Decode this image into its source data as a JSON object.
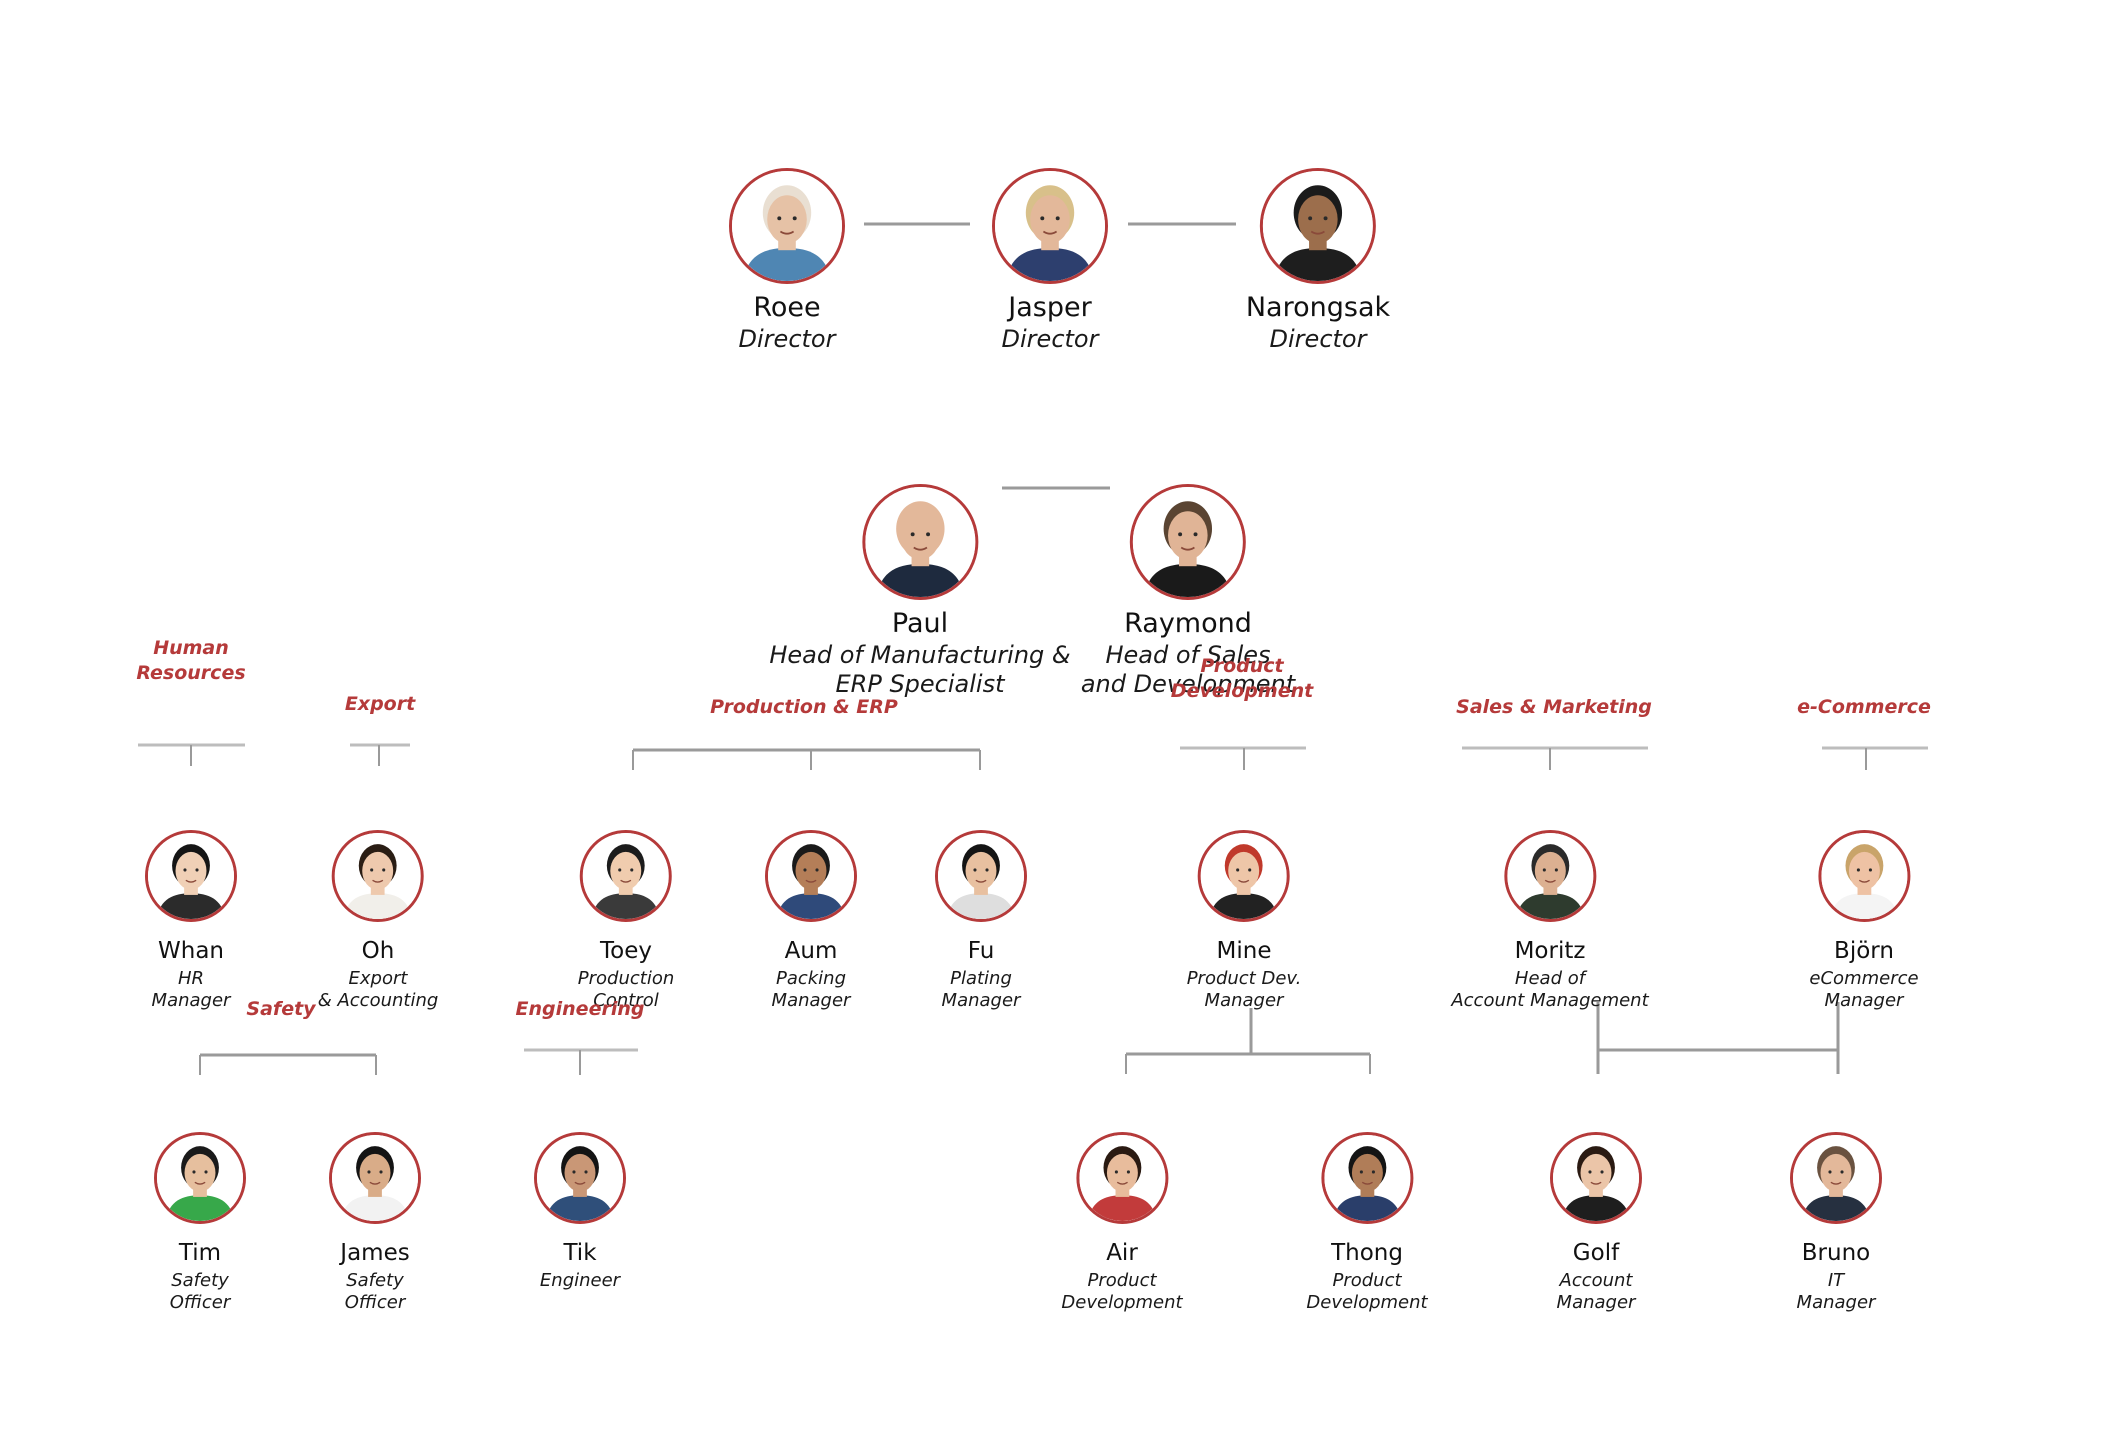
{
  "chart_data": {
    "type": "org-chart",
    "nodes": [
      {
        "id": "roee",
        "name": "Roee",
        "role": "Director",
        "tier": "director",
        "avatar": {
          "skin": "#e6c2a6",
          "hair": "#e9dfd2",
          "shirt": "#4f86b3"
        }
      },
      {
        "id": "jasper",
        "name": "Jasper",
        "role": "Director",
        "tier": "director",
        "avatar": {
          "skin": "#e3b89a",
          "hair": "#d8c08a",
          "shirt": "#2d3f6e"
        }
      },
      {
        "id": "narongsak",
        "name": "Narongsak",
        "role": "Director",
        "tier": "director",
        "avatar": {
          "skin": "#9c6e4c",
          "hair": "#1b1b1b",
          "shirt": "#1e1e1e"
        }
      },
      {
        "id": "paul",
        "name": "Paul",
        "role": "Head of Manufacturing &\nERP Specialist",
        "tier": "head",
        "avatar": {
          "skin": "#e3b89a",
          "hair": "#e3b89a",
          "shirt": "#1e2a3e"
        }
      },
      {
        "id": "raymond",
        "name": "Raymond",
        "role": "Head of Sales\nand Development",
        "tier": "head",
        "avatar": {
          "skin": "#e0b496",
          "hair": "#5a4432",
          "shirt": "#1a1a1a"
        }
      },
      {
        "id": "whan",
        "name": "Whan",
        "role": "HR\nManager",
        "tier": "manager",
        "avatar": {
          "skin": "#f0d0b6",
          "hair": "#151515",
          "shirt": "#2b2b2b"
        }
      },
      {
        "id": "oh",
        "name": "Oh",
        "role": "Export\n& Accounting",
        "tier": "manager",
        "avatar": {
          "skin": "#eec9ad",
          "hair": "#2a1d14",
          "shirt": "#f1efea"
        }
      },
      {
        "id": "toey",
        "name": "Toey",
        "role": "Production\nControl",
        "tier": "manager",
        "avatar": {
          "skin": "#f0ccae",
          "hair": "#1c1c1c",
          "shirt": "#3a3a3a"
        }
      },
      {
        "id": "aum",
        "name": "Aum",
        "role": "Packing\nManager",
        "tier": "manager",
        "avatar": {
          "skin": "#b47e58",
          "hair": "#1a1a1a",
          "shirt": "#2f4a7a"
        }
      },
      {
        "id": "fu",
        "name": "Fu",
        "role": "Plating\nManager",
        "tier": "manager",
        "avatar": {
          "skin": "#e8c0a0",
          "hair": "#141414",
          "shirt": "#dedede"
        }
      },
      {
        "id": "mine",
        "name": "Mine",
        "role": "Product Dev.\nManager",
        "tier": "manager",
        "avatar": {
          "skin": "#eec6a8",
          "hair": "#c0392b",
          "shirt": "#222222"
        }
      },
      {
        "id": "moritz",
        "name": "Moritz",
        "role": "Head of\nAccount Management",
        "tier": "manager",
        "avatar": {
          "skin": "#dcb091",
          "hair": "#2a2a2a",
          "shirt": "#2e3b2e"
        }
      },
      {
        "id": "bjorn",
        "name": "Björn",
        "role": "eCommerce\nManager",
        "tier": "manager",
        "avatar": {
          "skin": "#eec2a4",
          "hair": "#c9a46a",
          "shirt": "#f4f4f4"
        }
      },
      {
        "id": "tim",
        "name": "Tim",
        "role": "Safety\nOfficer",
        "tier": "staff",
        "avatar": {
          "skin": "#e6bf9e",
          "hair": "#1a1a1a",
          "shirt": "#37a84a"
        }
      },
      {
        "id": "james",
        "name": "James",
        "role": "Safety\nOfficer",
        "tier": "staff",
        "avatar": {
          "skin": "#d9ac88",
          "hair": "#141414",
          "shirt": "#f2f2f2"
        }
      },
      {
        "id": "tik",
        "name": "Tik",
        "role": "Engineer",
        "tier": "staff",
        "avatar": {
          "skin": "#c99776",
          "hair": "#141414",
          "shirt": "#2f4f7a"
        }
      },
      {
        "id": "air",
        "name": "Air",
        "role": "Product\nDevelopment",
        "tier": "staff",
        "avatar": {
          "skin": "#e8bc9c",
          "hair": "#2a1a12",
          "shirt": "#c23b3b"
        }
      },
      {
        "id": "thong",
        "name": "Thong",
        "role": "Product\nDevelopment",
        "tier": "staff",
        "avatar": {
          "skin": "#b07d58",
          "hair": "#141414",
          "shirt": "#2a3e6a"
        }
      },
      {
        "id": "golf",
        "name": "Golf",
        "role": "Account\nManager",
        "tier": "staff",
        "avatar": {
          "skin": "#ebc5a8",
          "hair": "#2a1a12",
          "shirt": "#1e1e1e"
        }
      },
      {
        "id": "bruno",
        "name": "Bruno",
        "role": "IT\nManager",
        "tier": "staff",
        "avatar": {
          "skin": "#e3b89a",
          "hair": "#6a5240",
          "shirt": "#263040"
        }
      }
    ],
    "departments": [
      {
        "id": "hr",
        "label": "Human\nResources",
        "members": [
          "whan"
        ]
      },
      {
        "id": "export",
        "label": "Export",
        "members": [
          "oh"
        ]
      },
      {
        "id": "production",
        "label": "Production & ERP",
        "members": [
          "toey",
          "aum",
          "fu"
        ]
      },
      {
        "id": "productdev",
        "label": "Product\nDevelopment",
        "members": [
          "mine"
        ]
      },
      {
        "id": "sales",
        "label": "Sales & Marketing",
        "members": [
          "moritz"
        ]
      },
      {
        "id": "ecommerce",
        "label": "e-Commerce",
        "members": [
          "bjorn"
        ]
      },
      {
        "id": "safety",
        "label": "Safety",
        "members": [
          "tim",
          "james"
        ]
      },
      {
        "id": "engineering",
        "label": "Engineering",
        "members": [
          "tik"
        ]
      }
    ],
    "edges": [
      {
        "from": "roee",
        "to": "jasper",
        "type": "peer"
      },
      {
        "from": "jasper",
        "to": "narongsak",
        "type": "peer"
      },
      {
        "from": "paul",
        "to": "raymond",
        "type": "peer"
      },
      {
        "from": "mine",
        "to": "air",
        "type": "reports"
      },
      {
        "from": "mine",
        "to": "thong",
        "type": "reports"
      },
      {
        "from": "moritz",
        "to": "golf",
        "type": "reports"
      },
      {
        "from": "bjorn",
        "to": "bruno",
        "type": "reports"
      }
    ],
    "colors": {
      "accent": "#b53a3a",
      "line": "#9a9a9a",
      "underline": "#bdbdbd"
    }
  }
}
